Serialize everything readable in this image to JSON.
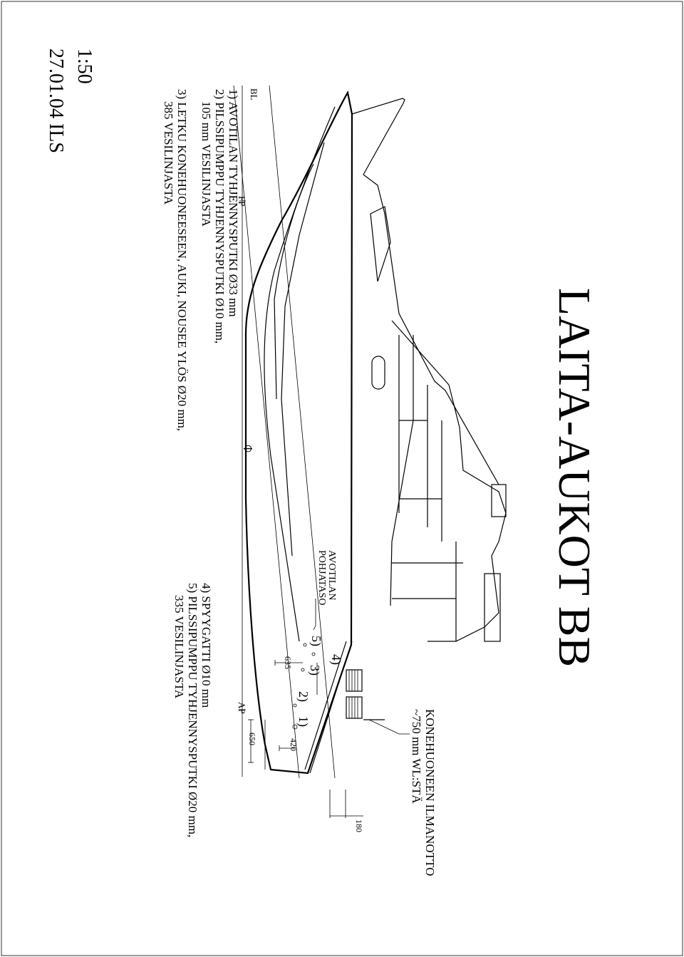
{
  "title": "LAITA-AUKOT BB",
  "scale": "1:50",
  "date_sign": "27.01.04 ILS",
  "reference_lines": {
    "bl": "BL",
    "fp": "FP",
    "midship": "⌽",
    "ap": "AP"
  },
  "notes_left": [
    "1) AVOTILAN TYHJENNYSPUTKI Ø33 mm",
    "2) PILSSIPUMPPU TYHJENNYSPUTKI Ø10 mm,",
    "    105 mm VESILINJASTA",
    "3) LETKU KONEHUONEESEEN, AUKI, NOUSEE YLÖS Ø20 mm,",
    "    385 VESILINJASTA"
  ],
  "notes_right": [
    "4) SPYYGATTI Ø10 mm",
    "5) PILSSIPUMPPU TYHJENNYSPUTKI Ø20 mm,",
    "    335 VESILINJASTA"
  ],
  "engine_intake": {
    "line1": "KONEHUONEEN ILMANOTTO",
    "line2": "~750 mm WL:STÄ"
  },
  "cockpit_floor": {
    "line1": "AVOTILAN",
    "line2": "POHJATASO"
  },
  "callouts": {
    "c1": "1)",
    "c2": "2)",
    "c3": "3)",
    "c4": "4)",
    "c5": "5)"
  },
  "dimensions": {
    "d420": "420",
    "d635": "635",
    "d650": "650",
    "d180": "180"
  }
}
